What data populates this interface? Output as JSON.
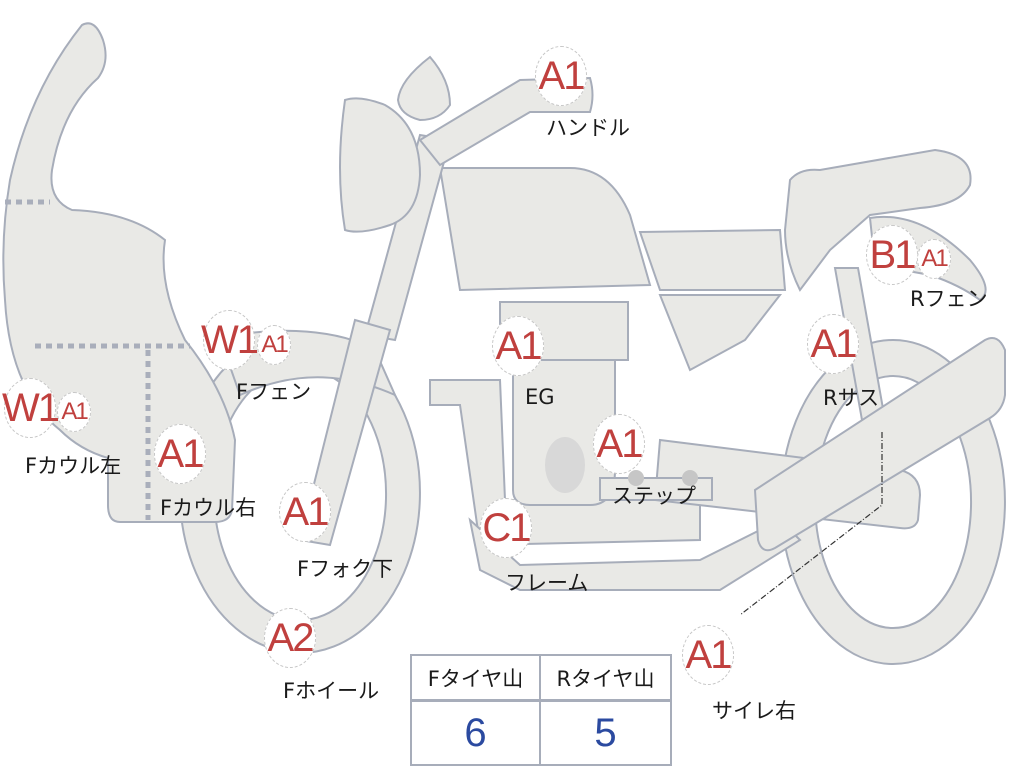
{
  "diagram": {
    "subject": "motorcycle-damage-inspection-map",
    "colors": {
      "part_fill": "#e9e9e6",
      "part_stroke": "#a7adba",
      "grade_text": "#c0403e",
      "tread_value": "#2b4aa0"
    },
    "parts": [
      {
        "id": "handle",
        "label": "ハンドル",
        "grades": [
          "A1"
        ]
      },
      {
        "id": "r-fender",
        "label": "Rフェン",
        "grades": [
          "B1",
          "A1"
        ]
      },
      {
        "id": "f-fender",
        "label": "Fフェン",
        "grades": [
          "W1",
          "A1"
        ]
      },
      {
        "id": "engine",
        "label": "EG",
        "grades": [
          "A1"
        ]
      },
      {
        "id": "r-suspension",
        "label": "Rサス",
        "grades": [
          "A1"
        ]
      },
      {
        "id": "f-cowl-left",
        "label": "Fカウル左",
        "grades": [
          "W1",
          "A1"
        ]
      },
      {
        "id": "f-cowl-right",
        "label": "Fカウル右",
        "grades": [
          "A1"
        ]
      },
      {
        "id": "step",
        "label": "ステップ",
        "grades": [
          "A1"
        ]
      },
      {
        "id": "f-fork-lower",
        "label": "Fフォク下",
        "grades": [
          "A1"
        ]
      },
      {
        "id": "frame",
        "label": "フレーム",
        "grades": [
          "C1"
        ]
      },
      {
        "id": "f-wheel",
        "label": "Fホイール",
        "grades": [
          "A2"
        ]
      },
      {
        "id": "muffler-right",
        "label": "サイレ右",
        "grades": [
          "A1"
        ]
      }
    ],
    "tire_tread": {
      "headers": [
        "Fタイヤ山",
        "Rタイヤ山"
      ],
      "values": [
        "6",
        "5"
      ]
    }
  }
}
